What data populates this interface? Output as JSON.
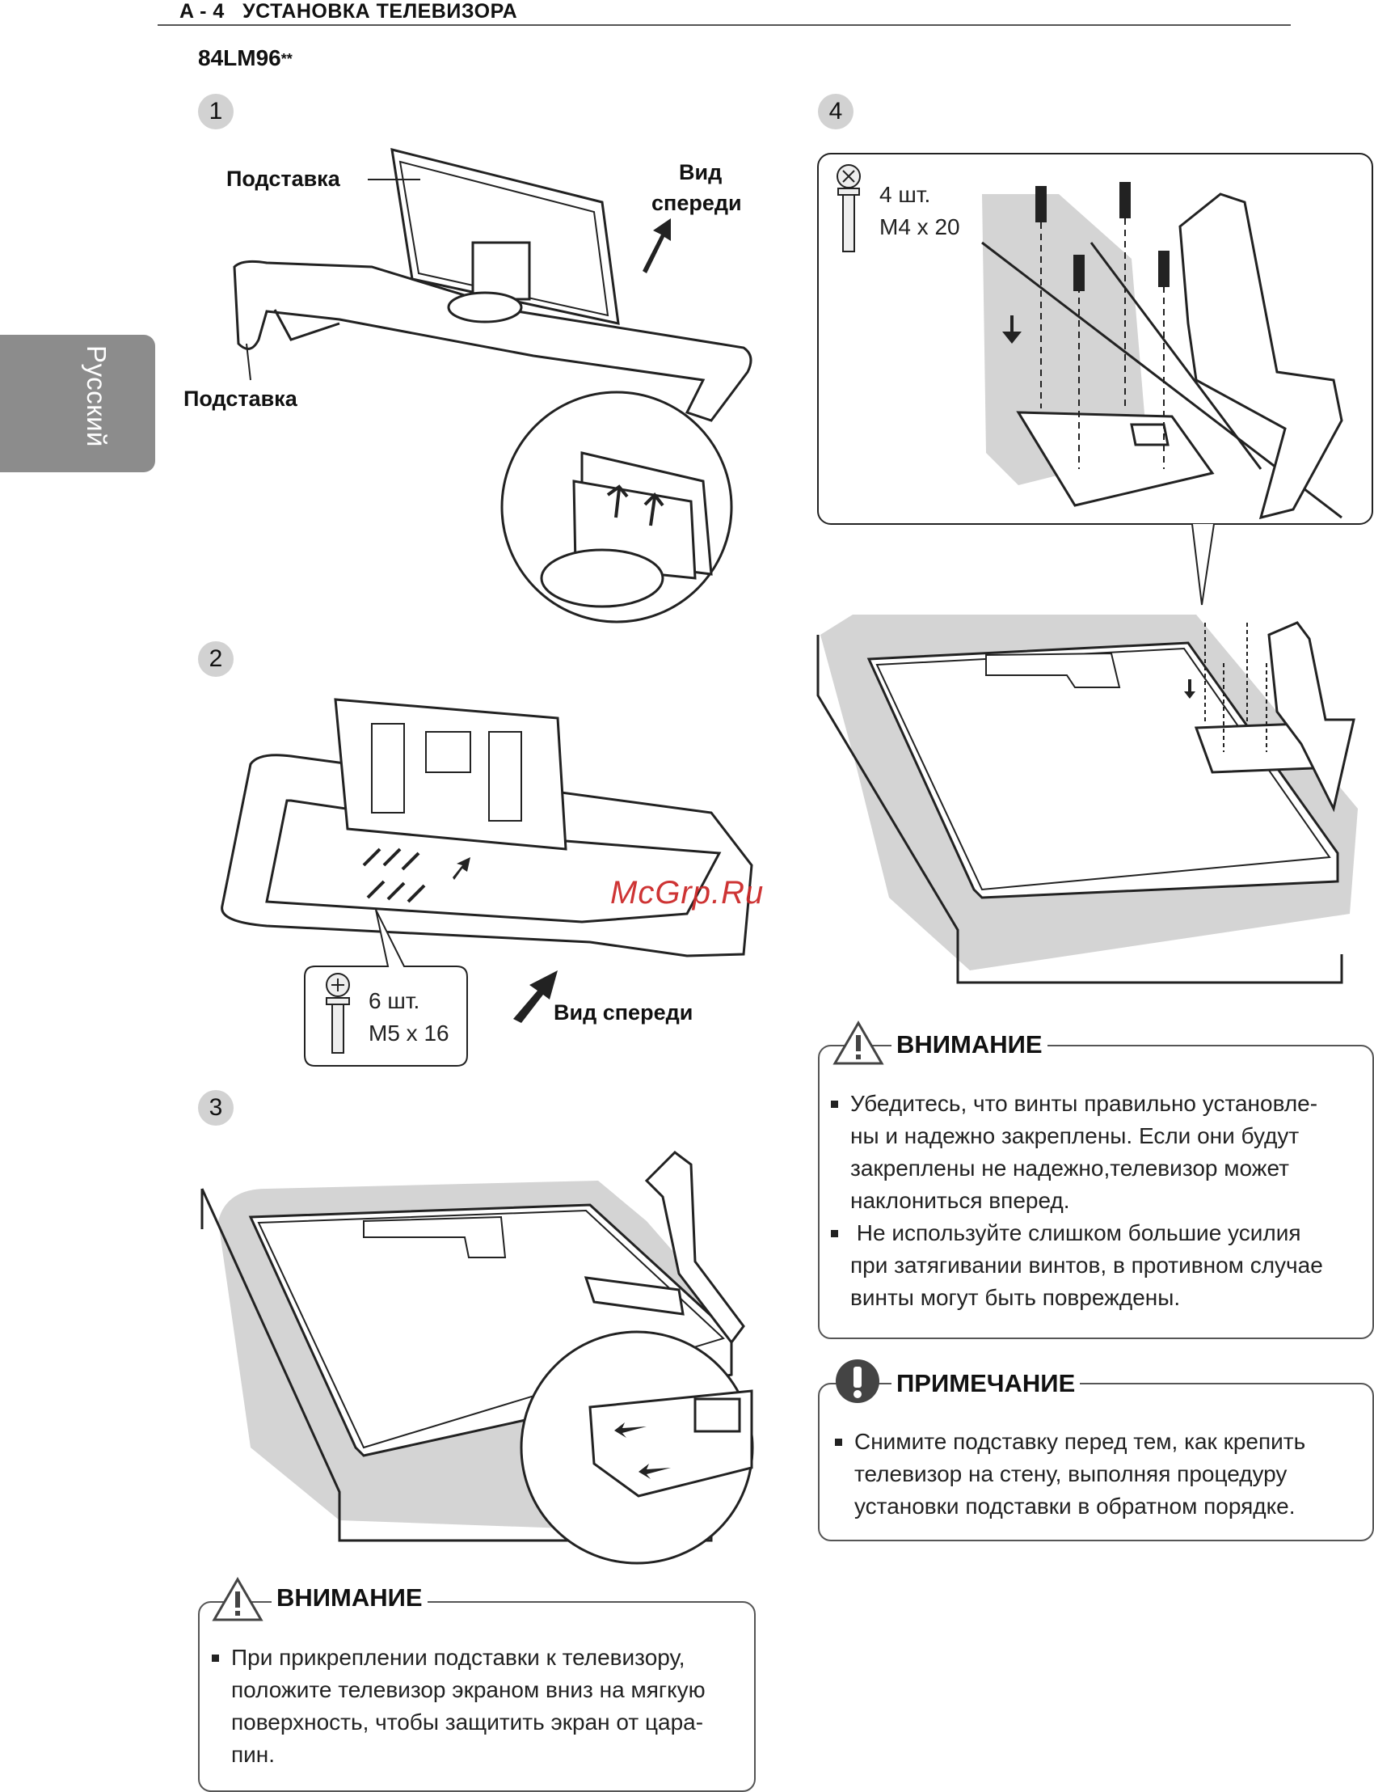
{
  "header": {
    "title": "A - 4   УСТАНОВКА ТЕЛЕВИЗОРА"
  },
  "side_tab": {
    "label": "Русский"
  },
  "model": {
    "name": "84LM96",
    "suffix": "**"
  },
  "steps": {
    "s1": {
      "number": "1",
      "label_top": "Подставка",
      "label_bottom": "Подставка",
      "front_view_line1": "Вид",
      "front_view_line2": "спереди"
    },
    "s2": {
      "number": "2",
      "screw_qty": "6 шт.",
      "screw_size": "M5 x 16",
      "front_view": "Вид спереди"
    },
    "s3": {
      "number": "3"
    },
    "s4": {
      "number": "4",
      "screw_qty": "4 шт.",
      "screw_size": "M4 x 20"
    }
  },
  "caution_left": {
    "title": "ВНИМАНИЕ",
    "lines": [
      "При прикреплении подставки к телевизору,",
      "положите телевизор экраном вниз на мягкую",
      "поверхность, чтобы защитить экран от цара-",
      "пин."
    ]
  },
  "caution_right": {
    "title": "ВНИМАНИЕ",
    "item1": [
      "Убедитесь, что винты правильно установле-",
      "ны и надежно закреплены. Если они будут",
      "закреплены не надежно,телевизор может",
      "наклониться вперед."
    ],
    "item2": [
      " Не используйте слишком большие усилия",
      "при затягивании винтов, в противном случае",
      "винты могут быть повреждены."
    ]
  },
  "note": {
    "title": "ПРИМЕЧАНИЕ",
    "lines": [
      "Снимите подставку перед тем, как крепить",
      "телевизор на стену, выполняя процедуру",
      "установки подставки в обратном порядке."
    ]
  },
  "watermark": {
    "text": "McGrp.Ru"
  }
}
